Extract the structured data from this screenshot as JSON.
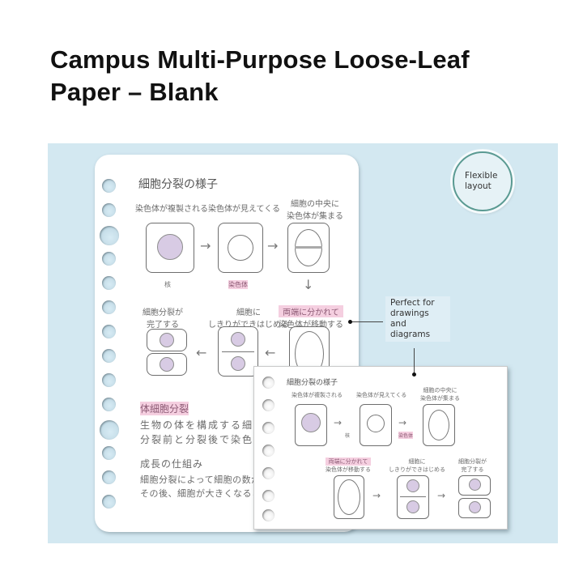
{
  "title": {
    "line1": "Campus Multi-Purpose Loose-Leaf",
    "line2": "Paper – Blank"
  },
  "badges": {
    "flexible_layout": {
      "line1": "Flexible",
      "line2": "layout"
    },
    "drawings": {
      "line1": "Perfect for",
      "line2": "drawings",
      "line3": "and",
      "line4": "diagrams"
    }
  },
  "colors": {
    "panel_bg": "#d3e8f1",
    "highlight_pink": "#f5cfe0",
    "nucleus_lavender": "#d8cbe4",
    "bubble_ring": "#5a9a92"
  },
  "paper_big": {
    "heading": "細胞分裂の様子",
    "steps": [
      {
        "label": "染色体が複製される",
        "sub": "核"
      },
      {
        "label": "染色体が見えてくる",
        "sub": "染色体"
      },
      {
        "label1": "細胞の中央に",
        "label2": "染色体が集まる"
      },
      {
        "label1": "両端に分かれて",
        "label2": "染色体が移動する"
      },
      {
        "label1": "細胞に",
        "label2": "しきりができはじめる"
      },
      {
        "label1": "細胞分裂が",
        "label2": "完了する"
      }
    ],
    "section1_heading": "体細胞分裂",
    "section1_line1": "生物の体を構成する細胞の分",
    "section1_line2": "分裂前と分裂後で染色体",
    "section2_heading": "成長の仕組み",
    "section2_line1": "細胞分裂によって細胞の数が",
    "section2_line2": "その後、細胞が大きくなること"
  },
  "paper_small": {
    "heading": "細胞分裂の様子",
    "steps": [
      {
        "label": "染色体が複製される",
        "sub": "核"
      },
      {
        "label": "染色体が見えてくる",
        "sub": "染色体"
      },
      {
        "label1": "細胞の中央に",
        "label2": "染色体が集まる"
      },
      {
        "label1": "両端に分かれて",
        "label2": "染色体が移動する"
      },
      {
        "label1": "細胞に",
        "label2": "しきりができはじめる"
      },
      {
        "label1": "細胞分裂が",
        "label2": "完了する"
      }
    ]
  },
  "glyphs": {
    "arrow_right": "→",
    "arrow_left": "←",
    "arrow_down": "↓"
  }
}
